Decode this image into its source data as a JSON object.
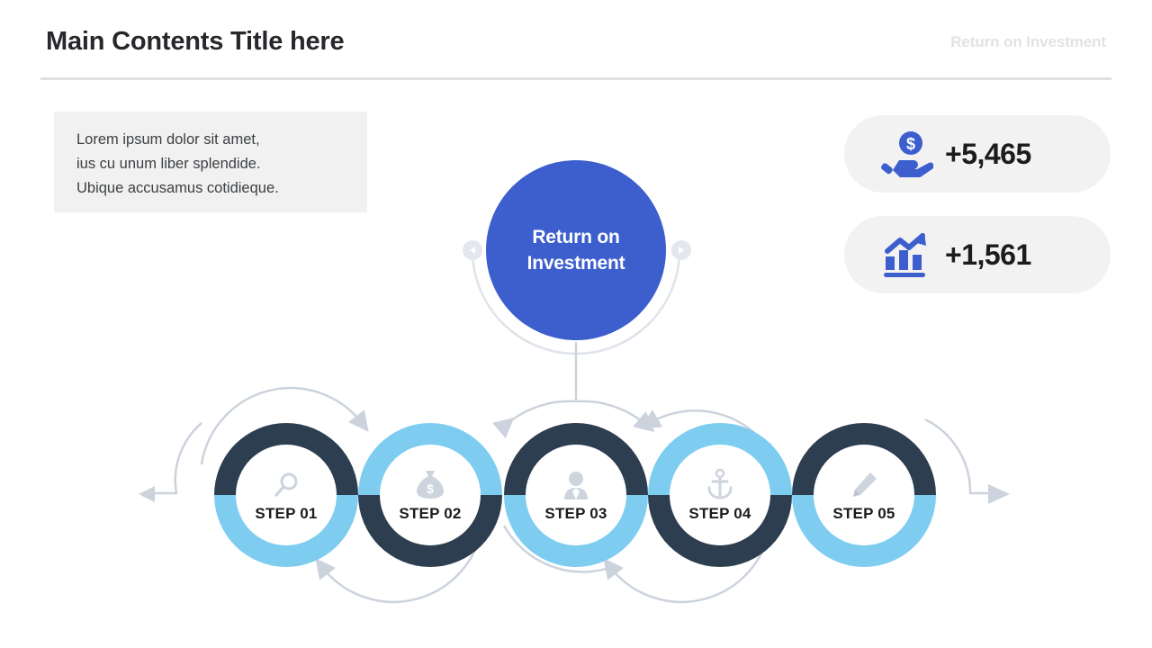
{
  "header": {
    "title": "Main Contents Title here",
    "right_label": "Return on Investment"
  },
  "note": {
    "text": "Lorem ipsum dolor sit amet,\nius cu unum liber splendide.\nUbique accusamus cotidieque."
  },
  "hub": {
    "label": "Return on\nInvestment",
    "color": "#3c5fcd",
    "left_nav_icon": "chevron-left-icon",
    "right_nav_icon": "chevron-right-icon"
  },
  "stats": [
    {
      "icon": "hand-holding-money-icon",
      "value": "+5,465"
    },
    {
      "icon": "bar-chart-growth-icon",
      "value": "+1,561"
    }
  ],
  "steps": [
    {
      "label": "STEP 01",
      "icon": "magnifier-icon",
      "top_color": "#2d3e50",
      "bottom_color": "#7ecdf0"
    },
    {
      "label": "STEP 02",
      "icon": "money-bag-icon",
      "top_color": "#7ecdf0",
      "bottom_color": "#2d3e50"
    },
    {
      "label": "STEP 03",
      "icon": "businessman-icon",
      "top_color": "#2d3e50",
      "bottom_color": "#7ecdf0"
    },
    {
      "label": "STEP 04",
      "icon": "anchor-icon",
      "top_color": "#7ecdf0",
      "bottom_color": "#2d3e50"
    },
    {
      "label": "STEP 05",
      "icon": "pencil-icon",
      "top_color": "#2d3e50",
      "bottom_color": "#7ecdf0"
    }
  ],
  "flow": {
    "left_arrow_icon": "arrow-left-icon",
    "right_arrow_icon": "arrow-right-icon"
  },
  "colors": {
    "accent_blue": "#3c5fcd",
    "dark_navy": "#2d3e50",
    "light_blue": "#7ecdf0",
    "connector_gray": "#ccd3dd",
    "panel_gray": "#f2f2f2"
  }
}
